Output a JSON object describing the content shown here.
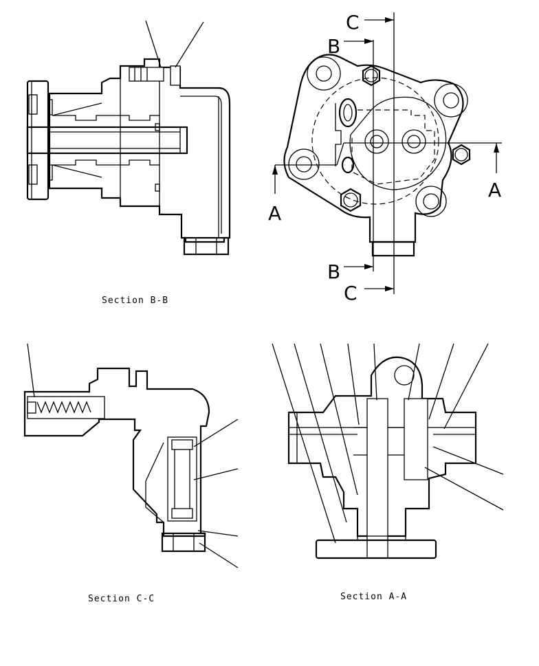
{
  "captions": {
    "section_bb": "Section B-B",
    "section_cc": "Section C-C",
    "section_aa": "Section A-A"
  },
  "section_marks": {
    "c_top": "C",
    "b_top": "B",
    "a_left": "A",
    "a_right": "A",
    "b_bottom": "B",
    "c_bottom": "C"
  }
}
